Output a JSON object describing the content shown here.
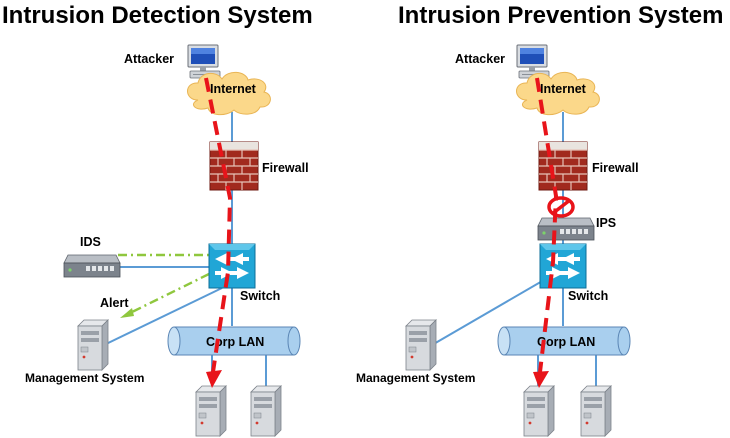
{
  "colors": {
    "attack_path": "#e8141a",
    "alert_path": "#8fc73e",
    "link": "#5b9bd5",
    "cloud": "#fbd88a",
    "switch": "#21a6d6",
    "lan": "#a9cfee"
  },
  "ids": {
    "title": "Intrusion Detection System",
    "attacker": "Attacker",
    "internet": "Internet",
    "firewall": "Firewall",
    "ids": "IDS",
    "switch": "Switch",
    "alert": "Alert",
    "corp_lan": "Corp LAN",
    "management": "Management System"
  },
  "ips": {
    "title": "Intrusion Prevention System",
    "attacker": "Attacker",
    "internet": "Internet",
    "firewall": "Firewall",
    "ips": "IPS",
    "switch": "Switch",
    "corp_lan": "Corp LAN",
    "management": "Management System"
  }
}
